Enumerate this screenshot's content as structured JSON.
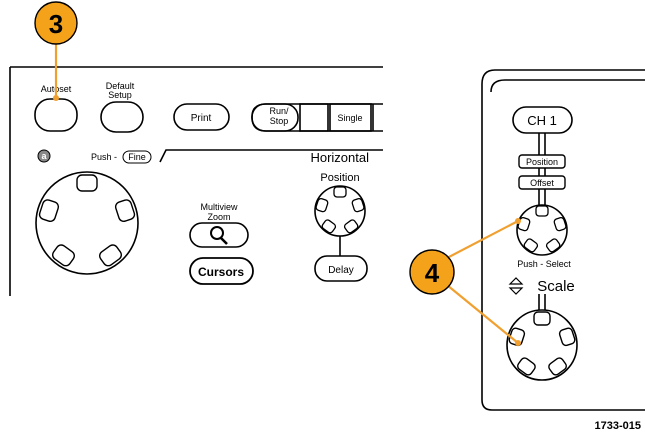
{
  "left_panel": {
    "autoset_label": "Autoset",
    "default_setup_label": [
      "Default",
      "Setup"
    ],
    "print_label": "Print",
    "run_stop_label": [
      "Run/",
      "Stop"
    ],
    "single_label": "Single",
    "knob_a_label": "a",
    "push_fine_label": "Push -",
    "fine_label": "Fine",
    "horizontal_title": "Horizontal",
    "position_label": "Position",
    "multiview_zoom_label": [
      "Multiview",
      "Zoom"
    ],
    "cursors_label": "Cursors",
    "delay_label": "Delay"
  },
  "right_panel": {
    "ch1_label": "CH 1",
    "position_label": "Position",
    "offset_label": "Offset",
    "push_select_label": "Push - Select",
    "scale_label": "Scale"
  },
  "callouts": {
    "step3": "3",
    "step4": "4"
  },
  "figure_code": "1733-015",
  "colors": {
    "callout_fill": "#F5A21B",
    "callout_line": "#F0A030",
    "panel_line": "#000000"
  }
}
